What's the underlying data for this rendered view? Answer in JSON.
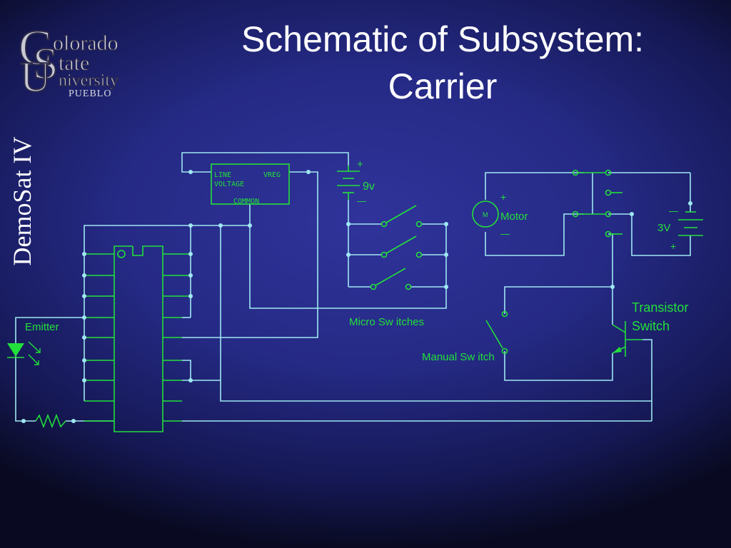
{
  "slide": {
    "title_line1": "Schematic of Subsystem:",
    "title_line2": "Carrier",
    "side_label": "DemoSat IV"
  },
  "logo": {
    "word_colorado": "olorado",
    "word_state": "tate",
    "word_university": "niversity",
    "word_pueblo": "PUEBLO",
    "letter_c": "C",
    "letter_s": "S",
    "letter_u": "U"
  },
  "schematic": {
    "vreg_line": "LINE",
    "vreg_voltage": "VOLTAGE",
    "vreg_out": "VREG",
    "vreg_common": "COMMON",
    "battery_9v_label": "9v",
    "battery_9v_plus": "+",
    "battery_9v_minus": "—",
    "motor_label": "Motor",
    "motor_symbol": "M",
    "motor_plus": "+",
    "motor_minus": "—",
    "battery_3v_label": "3V",
    "battery_3v_plus": "+",
    "battery_3v_minus": "—",
    "micro_switches_label": "Micro Sw itches",
    "manual_switch_label": "Manual Sw itch",
    "transistor_label_line1": "Transistor",
    "transistor_label_line2": "Switch",
    "emitter_label": "Emitter"
  },
  "colors": {
    "wire": "#9fe8f2",
    "component": "#22e03a",
    "text": "#ffffff",
    "background": "#2a2f8c"
  }
}
